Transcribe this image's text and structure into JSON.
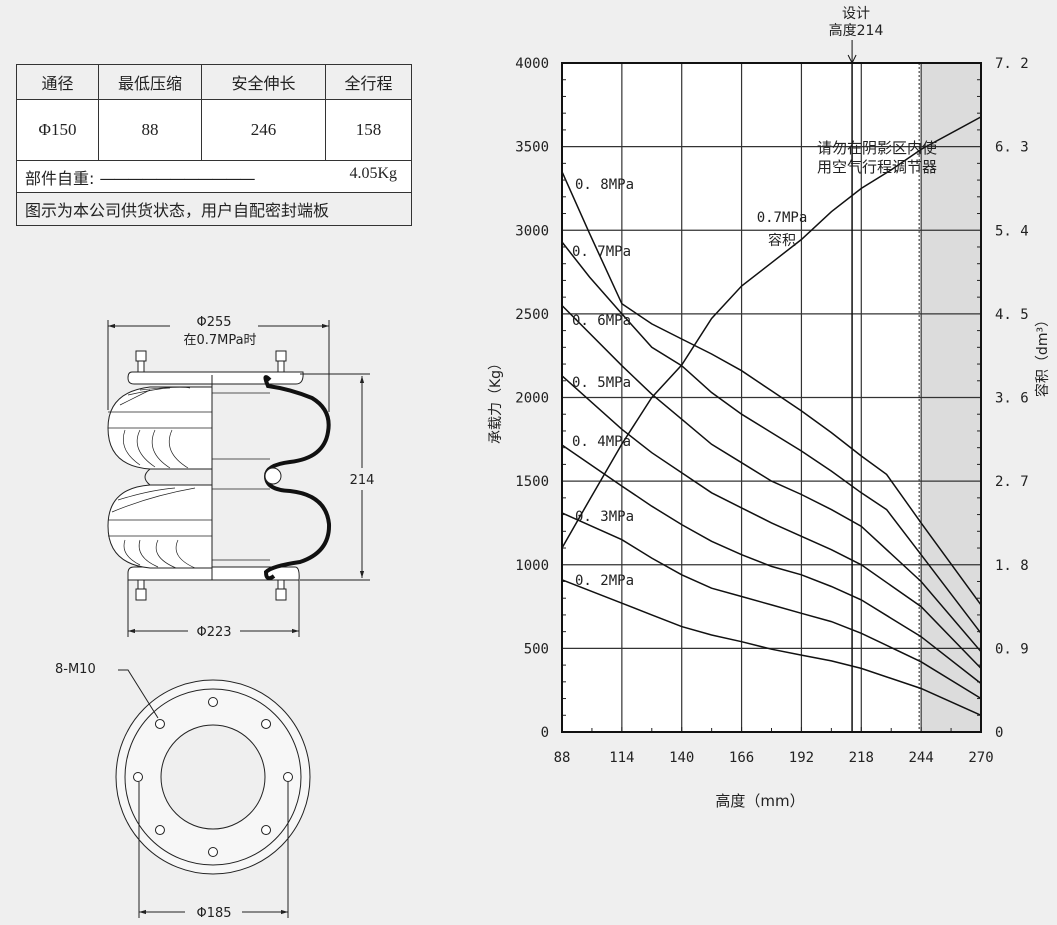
{
  "spec_table": {
    "headers": [
      "通径",
      "最低压缩",
      "安全伸长",
      "全行程"
    ],
    "values": [
      "Φ150",
      "88",
      "246",
      "158"
    ],
    "weight_label": "部件自重:",
    "weight_dash": "———————————",
    "weight_value": "4.05Kg",
    "note": "图示为本公司供货状态，用户自配密封端板"
  },
  "side_view": {
    "max_diameter": "Φ255",
    "max_diameter_note": "在0.7MPa时",
    "height": "214",
    "plate_diameter": "Φ223"
  },
  "bottom_view": {
    "bolt_label": "8-M10",
    "bolt_circle": "Φ185"
  },
  "chart_data": {
    "type": "line",
    "xlabel": "高度（mm）",
    "ylabel": "承载力（Kg）",
    "y2label": "容积（dm³）",
    "xlim": [
      88,
      270
    ],
    "ylim": [
      0,
      4000
    ],
    "y2lim": [
      0,
      7.2
    ],
    "x_ticks": [
      "88",
      "114",
      "140",
      "166",
      "192",
      "218",
      "244",
      "270"
    ],
    "y_ticks": [
      "0",
      "500",
      "1000",
      "1500",
      "2000",
      "2500",
      "3000",
      "3500",
      "4000"
    ],
    "y2_ticks": [
      "0",
      "0.9",
      "1.8",
      "2.7",
      "3.6",
      "4.5",
      "5.4",
      "6.3",
      "7.2"
    ],
    "grid": true,
    "design_height": {
      "label_line1": "设计",
      "label_line2": "高度214",
      "value": 214
    },
    "shaded_region": {
      "from": 244,
      "to": 270,
      "warning_line1": "请勿在阴影区内使",
      "warning_line2": "用空气行程调节器"
    },
    "series": [
      {
        "name": "0.8MPa",
        "points": [
          [
            88,
            3350
          ],
          [
            100,
            2980
          ],
          [
            114,
            2560
          ],
          [
            127,
            2440
          ],
          [
            140,
            2350
          ],
          [
            153,
            2260
          ],
          [
            166,
            2160
          ],
          [
            179,
            2040
          ],
          [
            192,
            1920
          ],
          [
            205,
            1790
          ],
          [
            218,
            1650
          ],
          [
            229,
            1540
          ],
          [
            244,
            1250
          ],
          [
            270,
            760
          ]
        ]
      },
      {
        "name": "0.7MPa",
        "points": [
          [
            88,
            2930
          ],
          [
            100,
            2720
          ],
          [
            114,
            2500
          ],
          [
            127,
            2300
          ],
          [
            140,
            2190
          ],
          [
            153,
            2030
          ],
          [
            166,
            1900
          ],
          [
            179,
            1790
          ],
          [
            192,
            1680
          ],
          [
            205,
            1560
          ],
          [
            218,
            1430
          ],
          [
            229,
            1330
          ],
          [
            244,
            1060
          ],
          [
            270,
            590
          ]
        ]
      },
      {
        "name": "0.6MPa",
        "points": [
          [
            88,
            2550
          ],
          [
            114,
            2190
          ],
          [
            127,
            2020
          ],
          [
            140,
            1870
          ],
          [
            153,
            1720
          ],
          [
            166,
            1610
          ],
          [
            179,
            1500
          ],
          [
            192,
            1420
          ],
          [
            205,
            1330
          ],
          [
            218,
            1230
          ],
          [
            244,
            900
          ],
          [
            270,
            480
          ]
        ]
      },
      {
        "name": "0.5MPa",
        "points": [
          [
            88,
            2130
          ],
          [
            114,
            1810
          ],
          [
            127,
            1670
          ],
          [
            140,
            1550
          ],
          [
            153,
            1430
          ],
          [
            166,
            1340
          ],
          [
            179,
            1250
          ],
          [
            192,
            1170
          ],
          [
            205,
            1090
          ],
          [
            218,
            1000
          ],
          [
            244,
            750
          ],
          [
            270,
            380
          ]
        ]
      },
      {
        "name": "0.4MPa",
        "points": [
          [
            88,
            1716
          ],
          [
            114,
            1470
          ],
          [
            127,
            1350
          ],
          [
            140,
            1240
          ],
          [
            153,
            1140
          ],
          [
            166,
            1060
          ],
          [
            179,
            990
          ],
          [
            192,
            940
          ],
          [
            205,
            870
          ],
          [
            218,
            790
          ],
          [
            244,
            570
          ],
          [
            270,
            290
          ]
        ]
      },
      {
        "name": "0.3MPa",
        "points": [
          [
            88,
            1310
          ],
          [
            114,
            1150
          ],
          [
            127,
            1040
          ],
          [
            140,
            940
          ],
          [
            153,
            860
          ],
          [
            166,
            810
          ],
          [
            179,
            760
          ],
          [
            192,
            710
          ],
          [
            205,
            660
          ],
          [
            218,
            590
          ],
          [
            244,
            420
          ],
          [
            270,
            200
          ]
        ]
      },
      {
        "name": "0.2MPa",
        "points": [
          [
            88,
            910
          ],
          [
            114,
            770
          ],
          [
            127,
            700
          ],
          [
            140,
            630
          ],
          [
            153,
            580
          ],
          [
            166,
            540
          ],
          [
            179,
            495
          ],
          [
            192,
            460
          ],
          [
            205,
            425
          ],
          [
            218,
            380
          ],
          [
            244,
            260
          ],
          [
            270,
            100
          ]
        ]
      }
    ],
    "volume_series": {
      "name_line1": "0.7MPa",
      "name_line2": "容积",
      "axis": "right",
      "points": [
        [
          88,
          1.98
        ],
        [
          100,
          2.5
        ],
        [
          114,
          3.1
        ],
        [
          127,
          3.6
        ],
        [
          140,
          3.95
        ],
        [
          153,
          4.45
        ],
        [
          166,
          4.8
        ],
        [
          179,
          5.05
        ],
        [
          192,
          5.3
        ],
        [
          205,
          5.6
        ],
        [
          218,
          5.85
        ],
        [
          231,
          6.05
        ],
        [
          244,
          6.27
        ],
        [
          270,
          6.62
        ]
      ]
    }
  },
  "colors": {
    "background": "#efefef",
    "shade": "#dcdcdc",
    "line": "#111111"
  }
}
